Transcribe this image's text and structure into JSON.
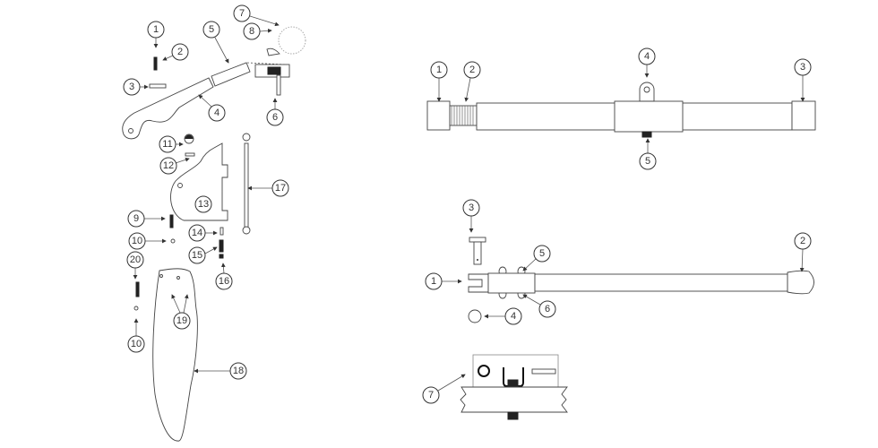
{
  "diagrams": {
    "left_assembly": {
      "callouts": [
        "1",
        "2",
        "3",
        "4",
        "5",
        "6",
        "7",
        "8",
        "9",
        "10",
        "11",
        "12",
        "13",
        "14",
        "15",
        "16",
        "17",
        "18",
        "19",
        "20",
        "10"
      ]
    },
    "right_top_bar": {
      "callouts": [
        "1",
        "2",
        "3",
        "4",
        "5"
      ]
    },
    "right_middle_bar": {
      "callouts": [
        "1",
        "2",
        "3",
        "4",
        "5",
        "6"
      ]
    },
    "right_bottom_mount": {
      "callouts": [
        "7"
      ]
    }
  },
  "colors": {
    "line": "#444444",
    "background": "#ffffff"
  }
}
